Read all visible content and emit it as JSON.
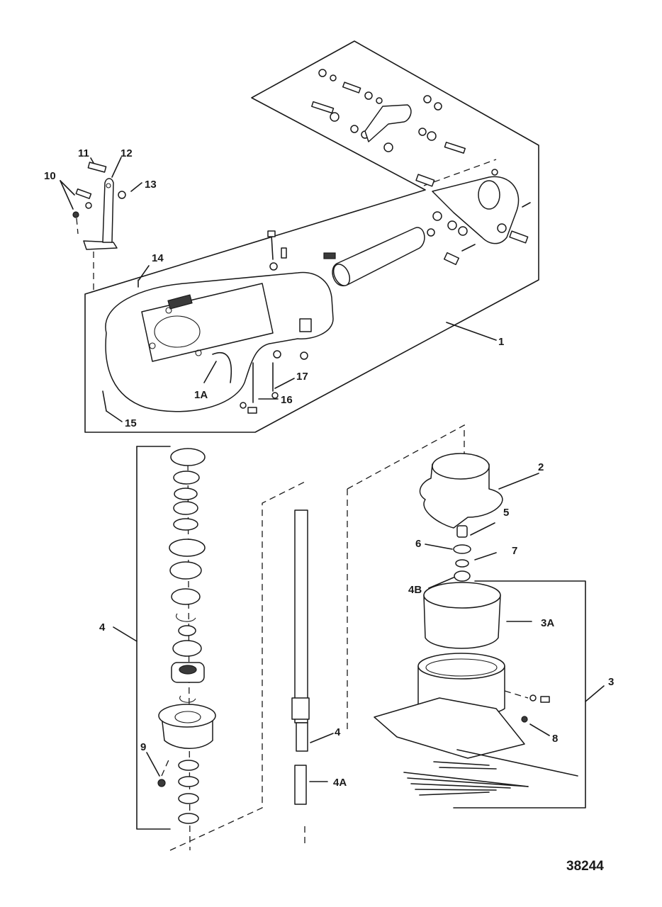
{
  "callouts": {
    "c1": "1",
    "c1A": "1A",
    "c2": "2",
    "c3": "3",
    "c3A": "3A",
    "c4_left": "4",
    "c4_shaft": "4",
    "c4A": "4A",
    "c4B": "4B",
    "c5": "5",
    "c6": "6",
    "c7": "7",
    "c8": "8",
    "c9": "9",
    "c10": "10",
    "c11": "11",
    "c12": "12",
    "c13": "13",
    "c14": "14",
    "c15": "15",
    "c16": "16",
    "c17": "17"
  },
  "figure_number": "38244"
}
